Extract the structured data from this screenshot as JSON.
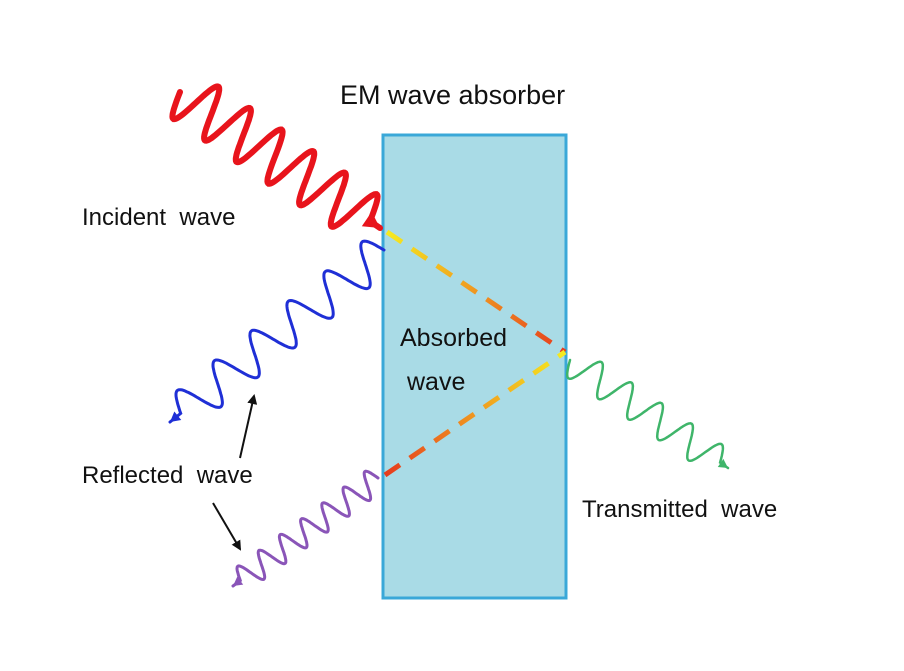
{
  "title": "EM wave absorber",
  "labels": {
    "incident": "Incident  wave",
    "reflected": "Reflected  wave",
    "absorbed_line1": "Absorbed",
    "absorbed_line2": "wave",
    "transmitted": "Transmitted  wave"
  },
  "colors": {
    "incident": "#e8141c",
    "reflected_upper": "#1f2fd6",
    "reflected_lower": "#8a55b8",
    "transmitted": "#3fb56a",
    "absorber_fill": "#a9dbe6",
    "absorber_border": "#3aa8d8"
  }
}
